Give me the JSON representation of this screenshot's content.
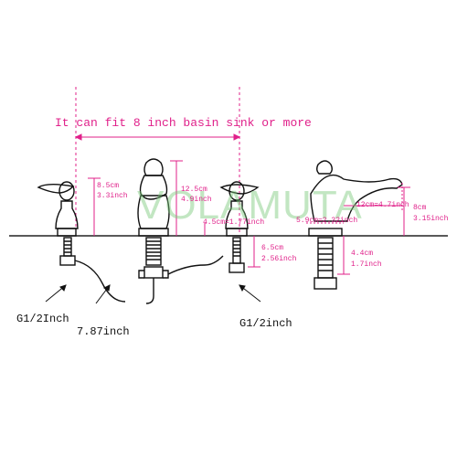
{
  "watermark": "VOLAMUTA",
  "colors": {
    "dimension": "#e0208a",
    "outline": "#111111",
    "watermark": "#78c878"
  },
  "labels": {
    "fit_note": "It can fit 8 inch basin sink or more",
    "spread": "7.87inch",
    "thread_left": "G1/2Inch",
    "thread_right": "G1/2inch"
  },
  "dimensions": {
    "lever_height_cm": "8.5cm",
    "lever_height_in": "3.3inch",
    "center_height_cm": "12.5cm",
    "center_height_in": "4.9inch",
    "right_lever_base": "4.5cm=1.77inch",
    "shank_cm": "6.5cm",
    "shank_in": "2.56inch",
    "spout_reach": "12cm=4.7inch",
    "spout_height_cm": "8cm",
    "spout_height_in": "3.15inch",
    "spout_base": "5.9cm=2.32inch",
    "spout_shank_cm": "4.4cm",
    "spout_shank_in": "1.7inch"
  }
}
